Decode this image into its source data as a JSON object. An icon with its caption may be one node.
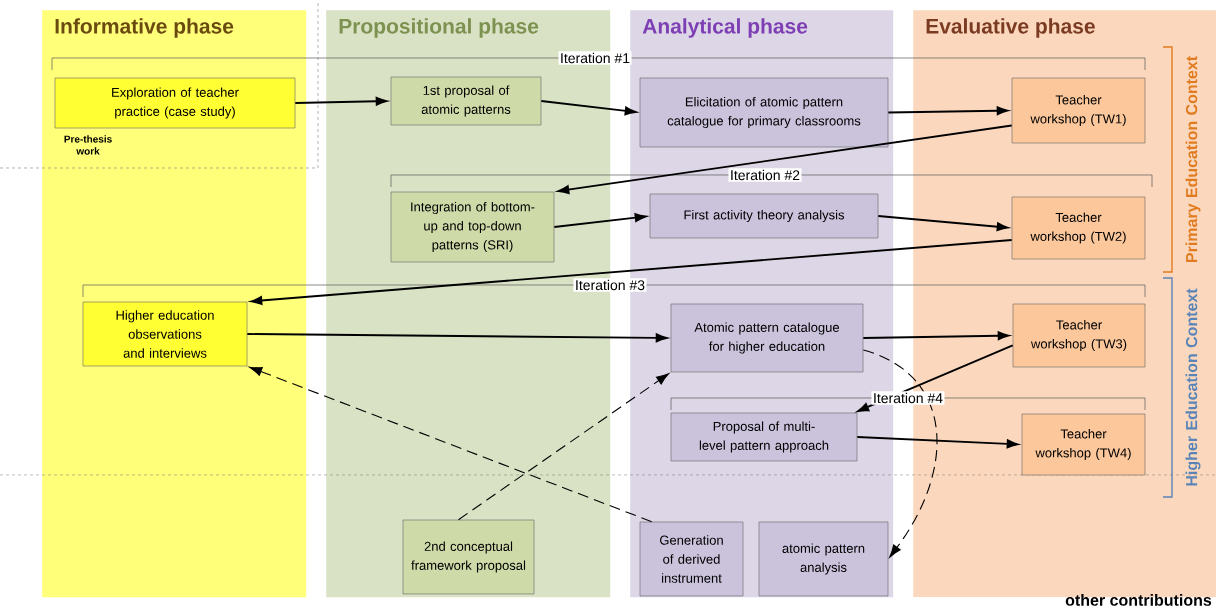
{
  "diagram": {
    "nodes": [
      {
        "text": [
          "Informative phase"
        ]
      },
      {
        "text": [
          "Propositional phase"
        ]
      },
      {
        "text": [
          "Analytical phase"
        ]
      },
      {
        "text": [
          "Evaluative phase"
        ]
      },
      {
        "text": [
          "Exploration of teacher practice (case study)"
        ],
        "beside": [
          "Pre-thesis work"
        ],
        "in": 0
      },
      {
        "text": [
          "1st proposal of atomic patterns"
        ],
        "in": 1
      },
      {
        "text": [
          "Elicitation of atomic pattern catalogue for primary classrooms"
        ],
        "in": 2
      },
      {
        "text": [
          "Teacher workshop (TW1)"
        ],
        "in": 3
      },
      {
        "text": [
          "Integration of bottom-up and top-down patterns (SRI)"
        ],
        "in": 1
      },
      {
        "text": [
          "First activity theory analysis"
        ],
        "in": 2
      },
      {
        "text": [
          "Teacher workshop (TW2)"
        ],
        "in": 3
      },
      {
        "text": [
          "Higher education observations and interviews"
        ],
        "in": 0
      },
      {
        "text": [
          "Atomic pattern catalogue for higher education"
        ],
        "in": 2
      },
      {
        "text": [
          "Teacher workshop (TW3)"
        ],
        "in": 3
      },
      {
        "text": [
          "Proposal of multi-level pattern approach"
        ],
        "in": 2
      },
      {
        "text": [
          "Teacher workshop (TW4)"
        ],
        "in": 3
      },
      {
        "text": [
          "2nd conceptual framework proposal"
        ],
        "in": 1
      },
      {
        "text": [
          "Generation of derived instrument"
        ],
        "in": 2
      },
      {
        "text": [
          "atomic pattern analysis"
        ],
        "in": 2
      }
    ],
    "edges": [
      {
        "from": 4,
        "to": 5,
        "arrow": "to"
      },
      {
        "from": 5,
        "to": 6,
        "arrow": "to"
      },
      {
        "from": 6,
        "to": 7,
        "arrow": "to"
      },
      {
        "from": 7,
        "to": 8,
        "arrow": "to"
      },
      {
        "from": 8,
        "to": 9,
        "arrow": "to"
      },
      {
        "from": 9,
        "to": 10,
        "arrow": "to"
      },
      {
        "from": 10,
        "to": 11,
        "arrow": "to"
      },
      {
        "from": 11,
        "to": 12,
        "arrow": "to"
      },
      {
        "from": 12,
        "to": 13,
        "arrow": "to"
      },
      {
        "from": 13,
        "to": 14,
        "arrow": "to"
      },
      {
        "from": 14,
        "to": 15,
        "arrow": "to"
      },
      {
        "from": 16,
        "to": 12,
        "arrow": "to",
        "style": "dashed"
      },
      {
        "from": 17,
        "to": 11,
        "arrow": "to",
        "style": "dashed"
      },
      {
        "from": 12,
        "to": 18,
        "arrow": "to",
        "style": "dashed"
      }
    ],
    "labels": [
      "Iteration #1",
      "Iteration #2",
      "Primary Education Context",
      "Iteration #3",
      "Iteration #4",
      "Higher Education Context",
      "other contributions"
    ]
  }
}
